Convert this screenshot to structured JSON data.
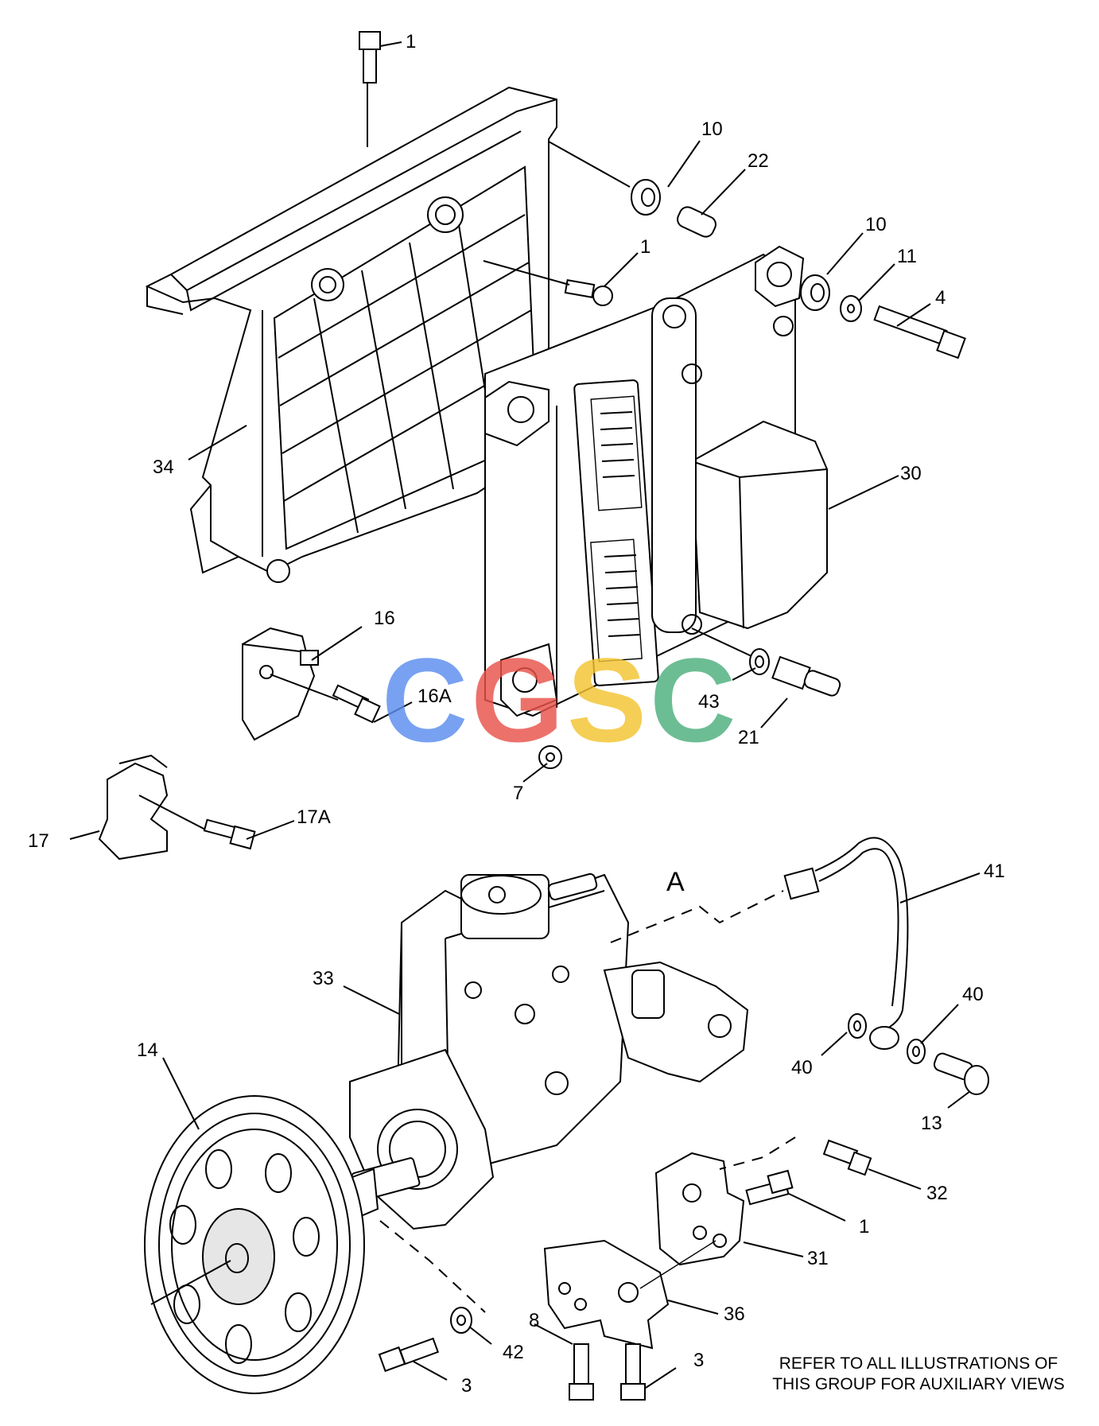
{
  "callouts": [
    {
      "id": "c1a",
      "label": "1"
    },
    {
      "id": "c10a",
      "label": "10"
    },
    {
      "id": "c22",
      "label": "22"
    },
    {
      "id": "c1b",
      "label": "1"
    },
    {
      "id": "c10b",
      "label": "10"
    },
    {
      "id": "c11",
      "label": "11"
    },
    {
      "id": "c4",
      "label": "4"
    },
    {
      "id": "c34",
      "label": "34"
    },
    {
      "id": "c30",
      "label": "30"
    },
    {
      "id": "c16",
      "label": "16"
    },
    {
      "id": "c16a",
      "label": "16A"
    },
    {
      "id": "c43",
      "label": "43"
    },
    {
      "id": "c21",
      "label": "21"
    },
    {
      "id": "c7",
      "label": "7"
    },
    {
      "id": "c17",
      "label": "17"
    },
    {
      "id": "c17a",
      "label": "17A"
    },
    {
      "id": "c41",
      "label": "41"
    },
    {
      "id": "c33",
      "label": "33"
    },
    {
      "id": "c40a",
      "label": "40"
    },
    {
      "id": "c40b",
      "label": "40"
    },
    {
      "id": "c13",
      "label": "13"
    },
    {
      "id": "c14",
      "label": "14"
    },
    {
      "id": "c32",
      "label": "32"
    },
    {
      "id": "c1c",
      "label": "1"
    },
    {
      "id": "c31",
      "label": "31"
    },
    {
      "id": "c36",
      "label": "36"
    },
    {
      "id": "c8",
      "label": "8"
    },
    {
      "id": "c3a",
      "label": "3"
    },
    {
      "id": "c42",
      "label": "42"
    },
    {
      "id": "c3b",
      "label": "3"
    }
  ],
  "view_label": "A",
  "note": {
    "line1": "REFER TO ALL ILLUSTRATIONS OF",
    "line2": "THIS GROUP FOR AUXILIARY VIEWS"
  },
  "watermark": {
    "letters": [
      "C",
      "G",
      "S",
      "C"
    ],
    "colors": [
      "#5b8def",
      "#e8534a",
      "#f4c430",
      "#4caf7d"
    ]
  }
}
